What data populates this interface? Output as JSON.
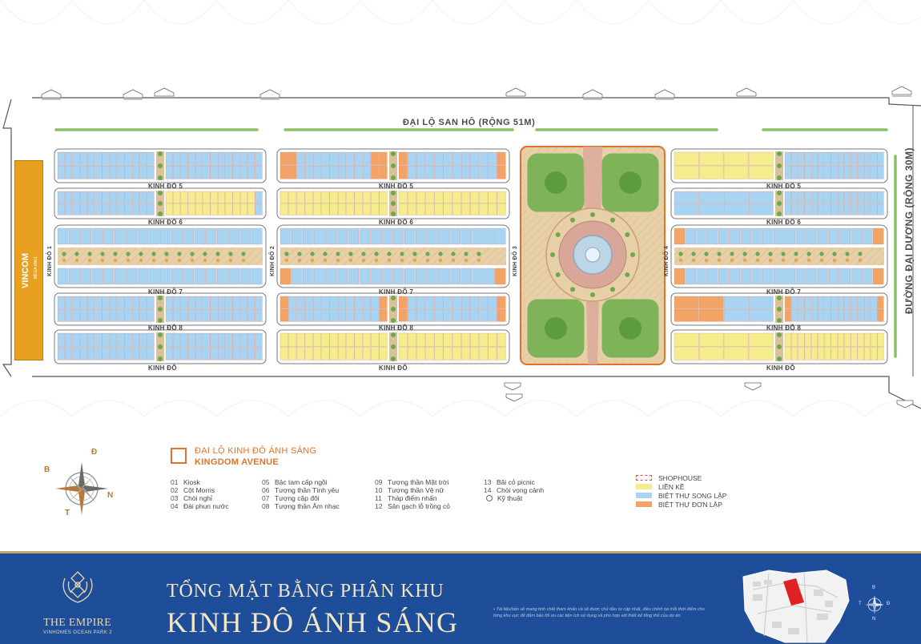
{
  "roads": {
    "top": "ĐẠI LỘ SAN HÔ (RỘNG 51M)",
    "right": "ĐƯỜNG ĐẠI DƯƠNG (RỘNG 30M)",
    "bottom": "KINH ĐÔ",
    "kinh_do_5": "KINH ĐÔ 5",
    "kinh_do_6": "KINH ĐÔ 6",
    "kinh_do_7": "KINH ĐÔ 7",
    "kinh_do_8": "KINH ĐÔ 8",
    "kinh_do_1": "KINH ĐÔ 1",
    "kinh_do_2": "KINH ĐÔ 2",
    "kinh_do_3": "KINH ĐÔ 3",
    "kinh_do_4": "KINH ĐÔ 4"
  },
  "vincom": {
    "name": "VINCOM",
    "sub": "MEGA MALL"
  },
  "avenue": {
    "vn": "ĐẠI LỘ KINH ĐÔ ÁNH SÁNG",
    "en": "KINGDOM AVENUE"
  },
  "amenities": [
    [
      {
        "num": "01",
        "label": "Kiosk"
      },
      {
        "num": "02",
        "label": "Cột Morris"
      },
      {
        "num": "03",
        "label": "Chòi nghỉ"
      },
      {
        "num": "04",
        "label": "Đài phun nước"
      }
    ],
    [
      {
        "num": "05",
        "label": "Bậc tam cấp ngồi"
      },
      {
        "num": "06",
        "label": "Tượng thần Tình yêu"
      },
      {
        "num": "07",
        "label": "Tượng cặp đôi"
      },
      {
        "num": "08",
        "label": "Tượng thần Âm nhạc"
      }
    ],
    [
      {
        "num": "09",
        "label": "Tượng thần Mặt trời"
      },
      {
        "num": "10",
        "label": "Tượng thần Vệ nữ"
      },
      {
        "num": "11",
        "label": "Tháp điểm nhấn"
      },
      {
        "num": "12",
        "label": "Sân gạch lỗ trồng cỏ"
      }
    ],
    [
      {
        "num": "13",
        "label": "Bãi cỏ picnic"
      },
      {
        "num": "14",
        "label": "Chòi vọng cảnh"
      }
    ]
  ],
  "technical_label": "Kỹ thuật",
  "property_types": [
    {
      "label": "SHOPHOUSE",
      "color": "#d64a4a",
      "style": "dashed"
    },
    {
      "label": "LIỀN KỀ",
      "color": "#f5ec8e",
      "style": "fill"
    },
    {
      "label": "BIỆT THỰ SONG LẬP",
      "color": "#a8d4f2",
      "style": "fill"
    },
    {
      "label": "BIỆT THỰ ĐƠN LẬP",
      "color": "#f2a466",
      "style": "fill"
    }
  ],
  "compass": {
    "north": "Đ",
    "west": "B",
    "east": "N",
    "south": "T"
  },
  "footer": {
    "brand": "THE EMPIRE",
    "brand_sub": "VINHOMES OCEAN PARK 2",
    "title_line1": "TỔNG MẶT BẰNG PHÂN KHU",
    "title_line2": "KINH ĐÔ ÁNH SÁNG",
    "disclaimer": "• Tài liệu/bản vẽ mang tính chất tham khảo và sẽ được chủ đầu tư cập nhật, điều chỉnh tại mỗi thời điểm cho từng khu vực để đảm bảo tối ưu các tiện ích sử dụng và phù hợp với thiết kế tổng thể của dự án.",
    "mini_compass": {
      "north": "B",
      "west": "T",
      "east": "Đ",
      "south": "N"
    }
  },
  "colors": {
    "lien_ke": "#f5ec8e",
    "song_lap": "#a8d4f2",
    "don_lap": "#f2a466",
    "accent": "#e0732b",
    "footer_bg": "#1e4e9a"
  }
}
